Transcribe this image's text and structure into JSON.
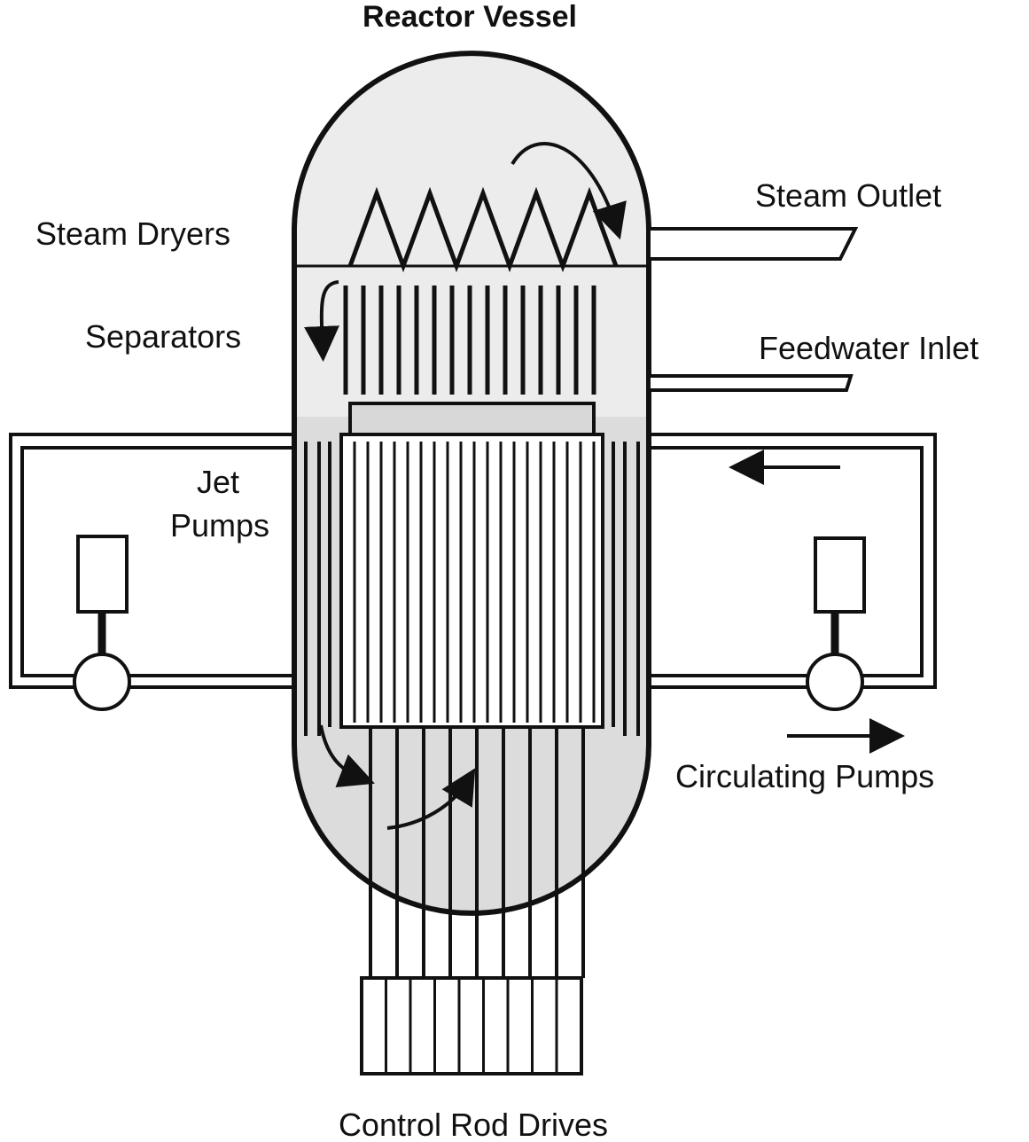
{
  "title": "Reactor Vessel",
  "labels": {
    "steam_outlet": "Steam Outlet",
    "steam_dryers": "Steam Dryers",
    "separators": "Separators",
    "feedwater_inlet": "Feedwater Inlet",
    "jet_pumps_line1": "Jet",
    "jet_pumps_line2": "Pumps",
    "circulating_pumps": "Circulating Pumps",
    "control_rod_drives": "Control Rod Drives"
  },
  "colors": {
    "ink": "#111111",
    "steam_fill": "#ececec",
    "water_fill": "#dcdcdc",
    "background": "#ffffff"
  }
}
